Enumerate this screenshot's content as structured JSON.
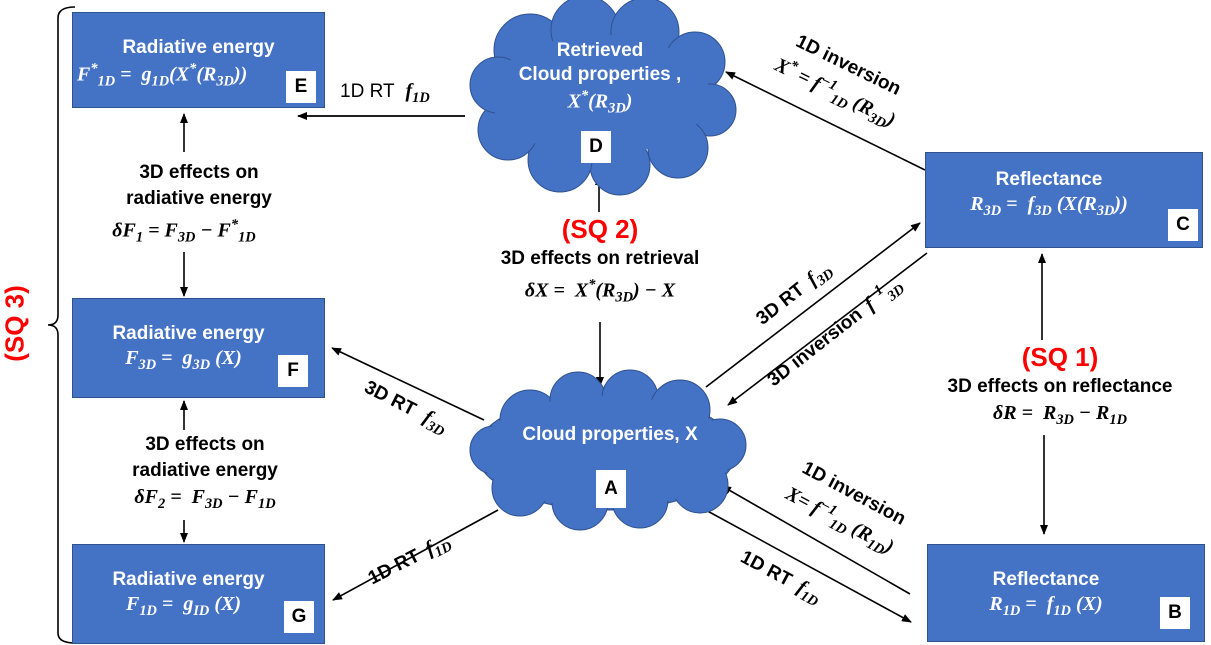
{
  "nodes": {
    "A": {
      "tag": "A",
      "title": "Cloud properties, X"
    },
    "B": {
      "tag": "B",
      "title": "Reflectance",
      "eq_html": "R<sub>1D</sub> = &nbsp;f<sub>1D</sub> (X)"
    },
    "C": {
      "tag": "C",
      "title": "Reflectance",
      "eq_html": "R<sub>3D</sub> = &nbsp;f<sub>3D</sub> (X(R<sub>3D</sub>))"
    },
    "D": {
      "tag": "D",
      "title_line1": "Retrieved",
      "title_line2": "Cloud properties ,",
      "eq_html": "X<sup>*</sup>(R<sub>3D</sub>)"
    },
    "E": {
      "tag": "E",
      "title": "Radiative energy",
      "eq_html": "F<sup>*</sup><sub>1D</sub> = &nbsp;g<sub>1D</sub>(X<sup>*</sup>(R<sub>3D</sub>))"
    },
    "F": {
      "tag": "F",
      "title": "Radiative energy",
      "eq_html": "F<sub>3D</sub> = &nbsp;g<sub>3D</sub> (X)"
    },
    "G": {
      "tag": "G",
      "title": "Radiative energy",
      "eq_html": "F<sub>1D</sub> = &nbsp;g<sub>ID</sub> (X)"
    }
  },
  "edges": {
    "D_to_E": {
      "text": "1D RT",
      "math_html": "f<sub>1D</sub>"
    },
    "C_to_D": {
      "line1": "1D inversion",
      "math_html": "X<sup>*</sup> = f<sup>−1</sup><sub>1D</sub> (R<sub>3D</sub>)"
    },
    "A_to_C": {
      "text": "3D RT",
      "math_html": "f<sub>3D</sub>"
    },
    "C_to_A": {
      "text": "3D inversion",
      "math_html": "f<sup>−1</sup><sub>3D</sub>"
    },
    "A_to_F": {
      "text": "3D RT",
      "math_html": "f<sub>3D</sub>"
    },
    "A_to_G": {
      "text": "1D RT",
      "math_html": "f<sub>1D</sub>"
    },
    "B_to_A": {
      "line1": "1D inversion",
      "math_html": "X= f<sup>−1</sup><sub>1D</sub> (R<sub>1D</sub>)"
    },
    "A_to_B": {
      "text": "1D RT",
      "math_html": "f<sub>1D</sub>"
    }
  },
  "effects": {
    "sq1": {
      "label": "(SQ 1)",
      "text": "3D effects on reflectance",
      "math_html": "δR = &nbsp;R<sub>3D</sub> − R<sub>1D</sub>"
    },
    "sq2": {
      "label": "(SQ 2)",
      "text": "3D effects on retrieval",
      "math_html": "δX = &nbsp;X<sup>*</sup>(R<sub>3D</sub>) − X"
    },
    "sq3": {
      "label": "(SQ 3)"
    },
    "dF1": {
      "line1": "3D effects on",
      "line2": "radiative energy",
      "math_html": "δF<sub>1</sub> = F<sub>3D</sub> − F<sup>*</sup><sub>1D</sub>"
    },
    "dF2": {
      "line1": "3D effects on",
      "line2": "radiative energy",
      "math_html": "δF<sub>2</sub> = &nbsp;F<sub>3D</sub> − F<sub>1D</sub>"
    }
  },
  "colors": {
    "box_fill": "#4472c4",
    "box_border": "#2f528f",
    "sq_label": "#ff0000"
  }
}
